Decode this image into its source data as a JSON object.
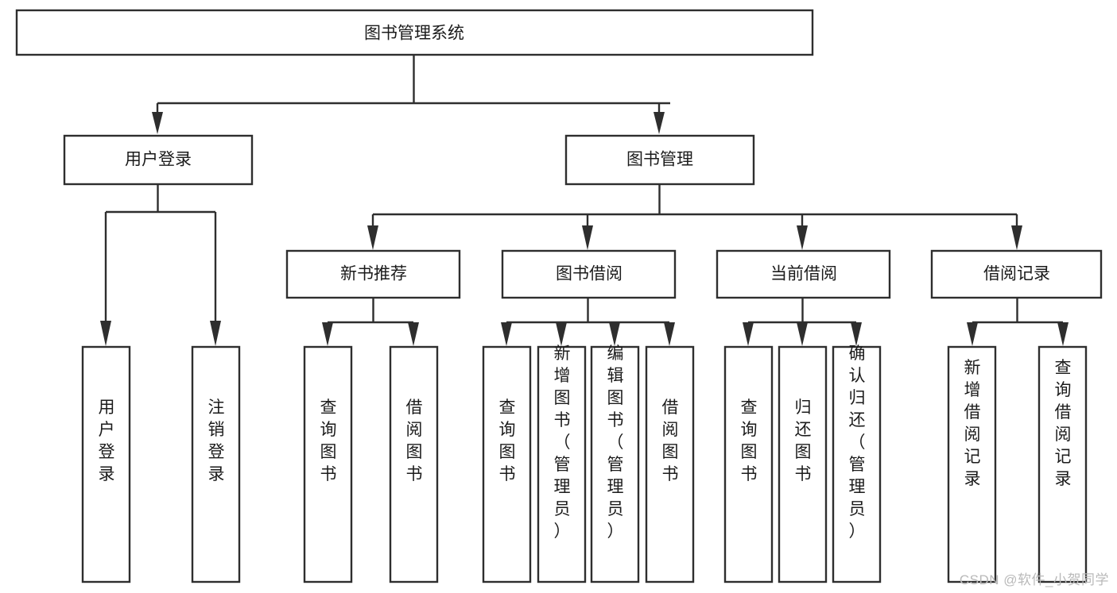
{
  "diagram": {
    "title": "图书管理系统",
    "type": "tree",
    "orientation": "top-down",
    "colors": {
      "box_fill": "#ffffff",
      "box_stroke": "#2e2e2e",
      "text": "#1b1b1b",
      "background": "#ffffff",
      "watermark": "#b9b9b9"
    },
    "nodes": {
      "root": {
        "label": "图书管理系统",
        "level": 0,
        "orientation": "horizontal"
      },
      "l1": [
        {
          "label": "用户登录",
          "orientation": "horizontal"
        },
        {
          "label": "图书管理",
          "orientation": "horizontal"
        }
      ],
      "l2": [
        {
          "label": "新书推荐",
          "orientation": "horizontal"
        },
        {
          "label": "图书借阅",
          "orientation": "horizontal"
        },
        {
          "label": "当前借阅",
          "orientation": "horizontal"
        },
        {
          "label": "借阅记录",
          "orientation": "horizontal"
        }
      ],
      "leaves": {
        "user_login": [
          {
            "label": "用户登录",
            "orientation": "vertical"
          },
          {
            "label": "注销登录",
            "orientation": "vertical"
          }
        ],
        "new_book": [
          {
            "label": "查询图书",
            "orientation": "vertical"
          },
          {
            "label": "借阅图书",
            "orientation": "vertical"
          }
        ],
        "book_borrow": [
          {
            "label": "查询图书",
            "orientation": "vertical"
          },
          {
            "label": "新增图书（管理员）",
            "orientation": "vertical"
          },
          {
            "label": "编辑图书（管理员）",
            "orientation": "vertical"
          },
          {
            "label": "借阅图书",
            "orientation": "vertical"
          }
        ],
        "current_borrow": [
          {
            "label": "查询图书",
            "orientation": "vertical"
          },
          {
            "label": "归还图书",
            "orientation": "vertical"
          },
          {
            "label": "确认归还（管理员）",
            "orientation": "vertical"
          }
        ],
        "borrow_record": [
          {
            "label": "新增借阅记录",
            "orientation": "vertical"
          },
          {
            "label": "查询借阅记录",
            "orientation": "vertical"
          }
        ]
      }
    },
    "edges": [
      {
        "from": "图书管理系统",
        "to": "用户登录"
      },
      {
        "from": "图书管理系统",
        "to": "图书管理"
      },
      {
        "from": "用户登录",
        "to": "用户登录"
      },
      {
        "from": "用户登录",
        "to": "注销登录"
      },
      {
        "from": "图书管理",
        "to": "新书推荐"
      },
      {
        "from": "图书管理",
        "to": "图书借阅"
      },
      {
        "from": "图书管理",
        "to": "当前借阅"
      },
      {
        "from": "图书管理",
        "to": "借阅记录"
      },
      {
        "from": "新书推荐",
        "to": "查询图书"
      },
      {
        "from": "新书推荐",
        "to": "借阅图书"
      },
      {
        "from": "图书借阅",
        "to": "查询图书"
      },
      {
        "from": "图书借阅",
        "to": "新增图书（管理员）"
      },
      {
        "from": "图书借阅",
        "to": "编辑图书（管理员）"
      },
      {
        "from": "图书借阅",
        "to": "借阅图书"
      },
      {
        "from": "当前借阅",
        "to": "查询图书"
      },
      {
        "from": "当前借阅",
        "to": "归还图书"
      },
      {
        "from": "当前借阅",
        "to": "确认归还（管理员）"
      },
      {
        "from": "借阅记录",
        "to": "新增借阅记录"
      },
      {
        "from": "借阅记录",
        "to": "查询借阅记录"
      }
    ]
  },
  "watermark": {
    "text": "CSDN @软件_小贺同学"
  }
}
